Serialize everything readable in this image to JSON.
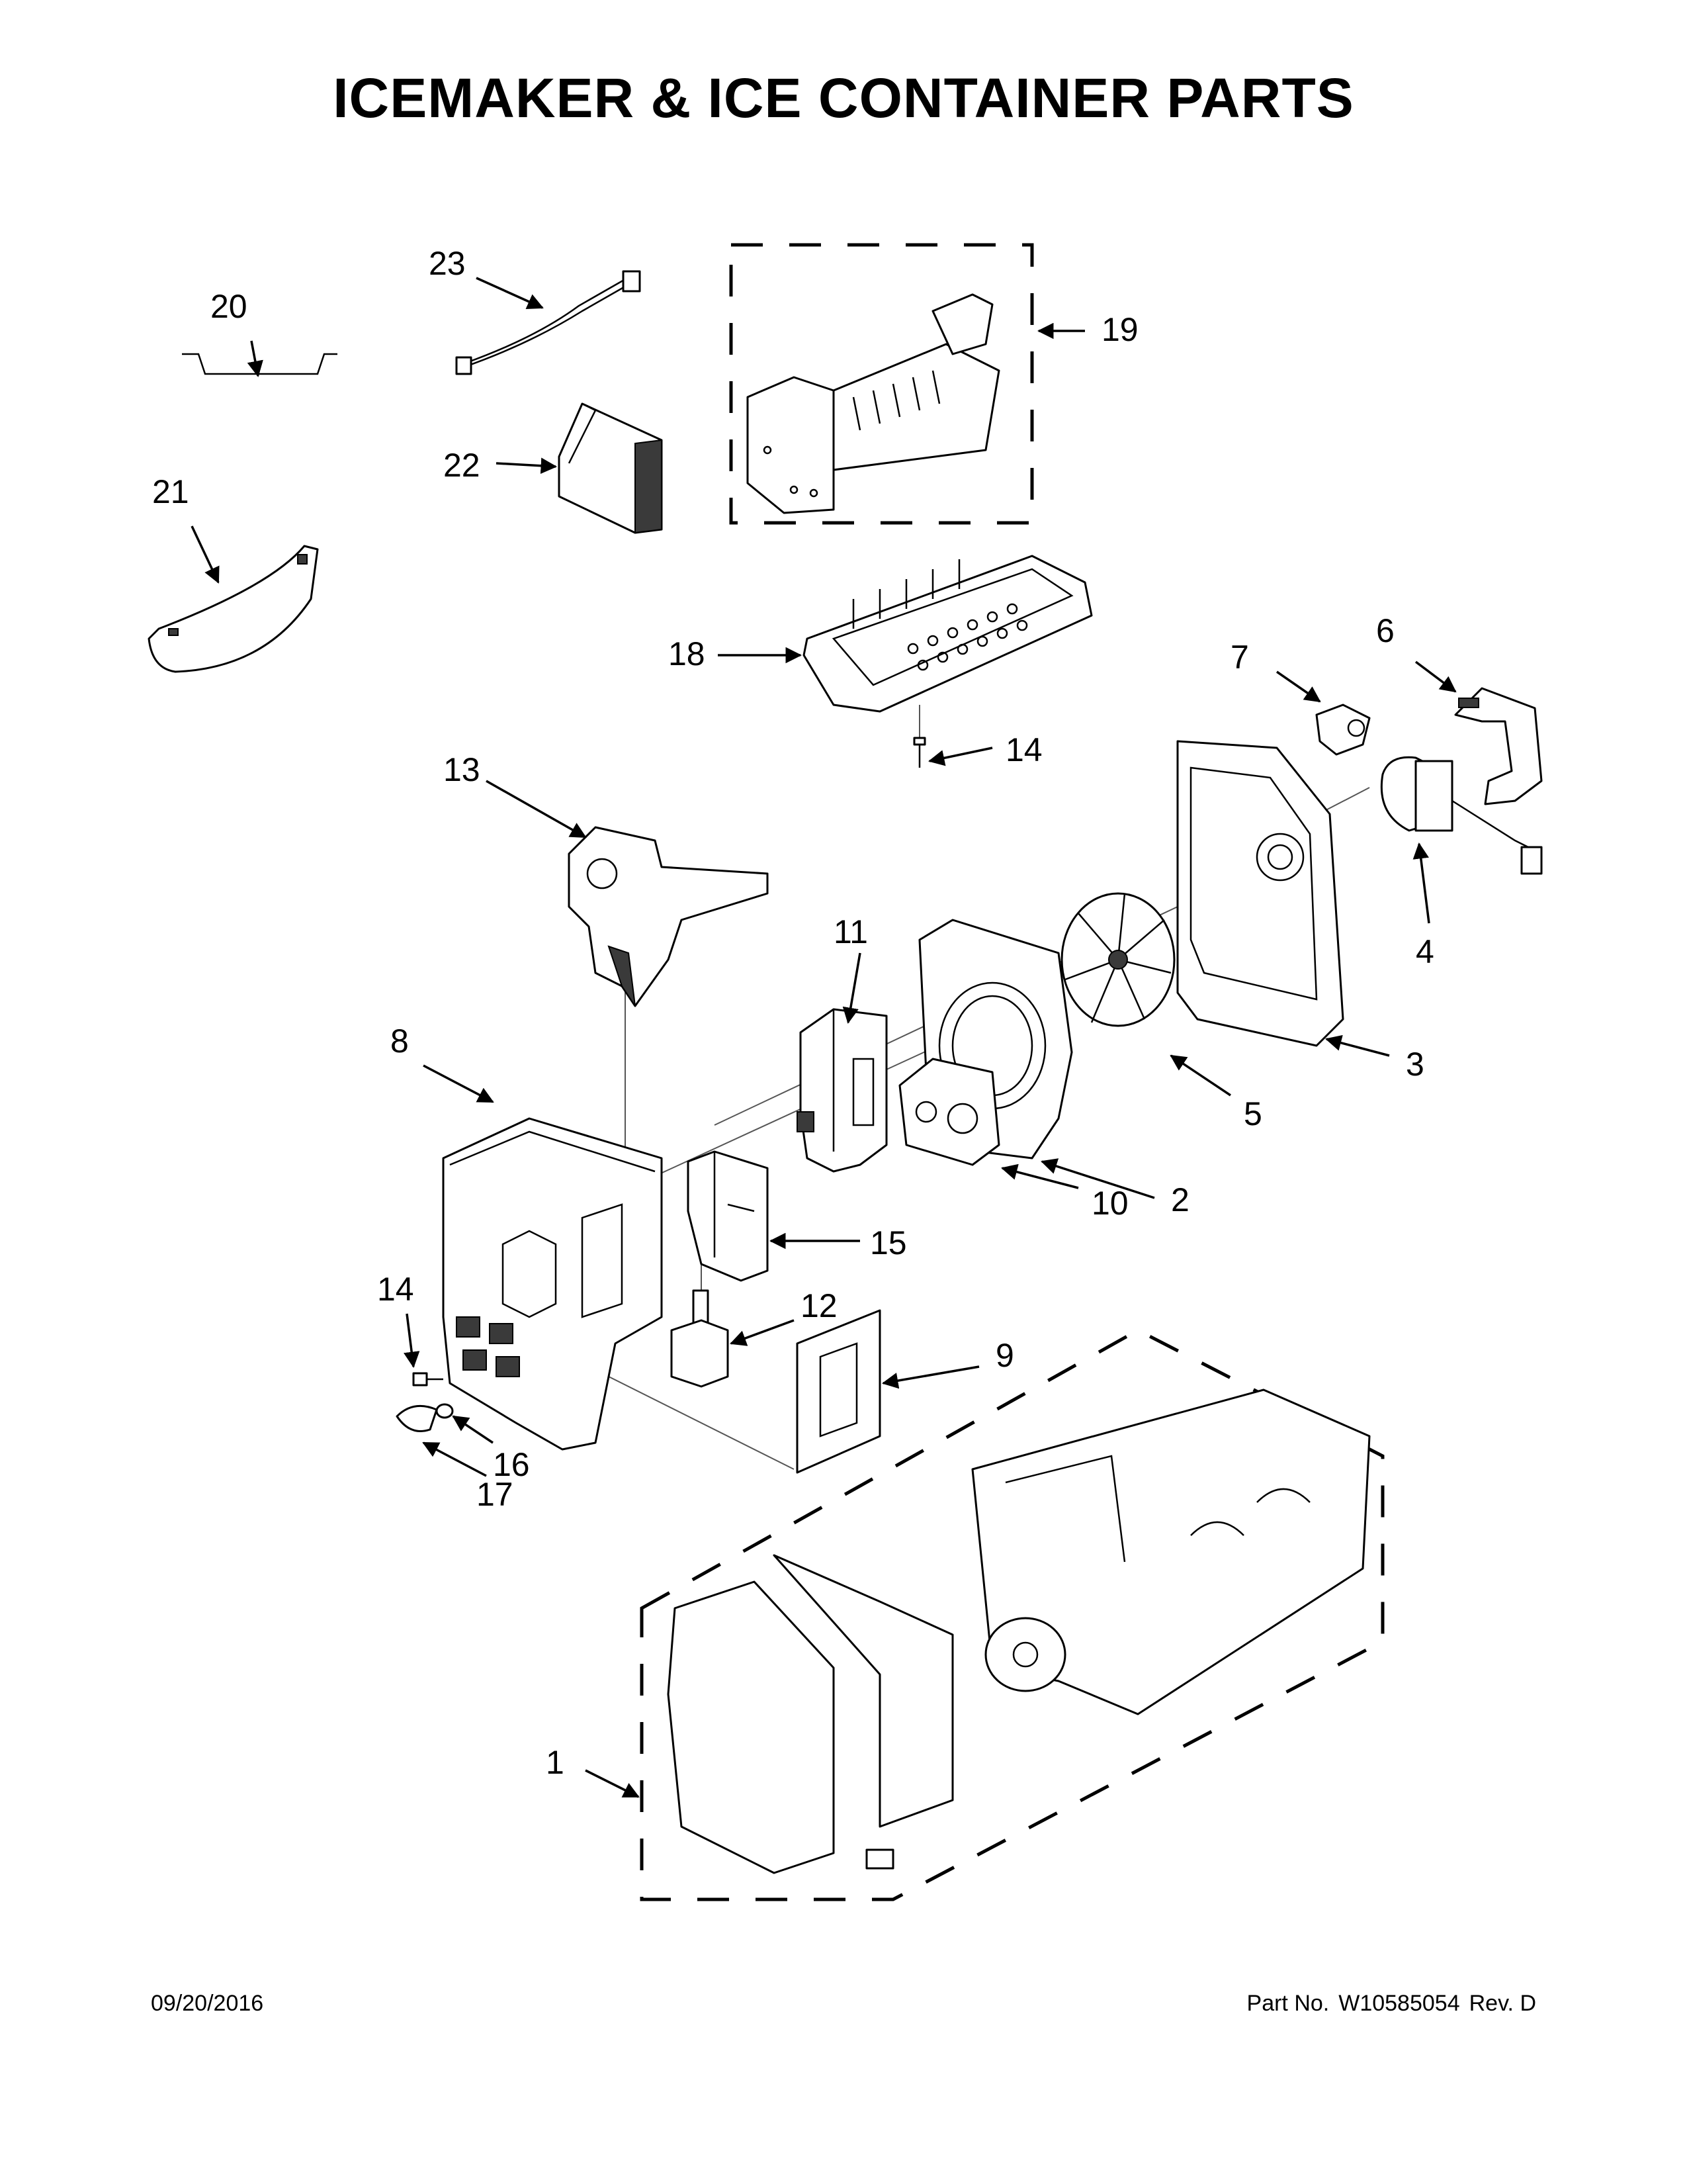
{
  "title": "ICEMAKER & ICE CONTAINER PARTS",
  "footer": {
    "date": "09/20/2016",
    "part_label": "Part No.",
    "part_number": "W10585054",
    "revision": "Rev. D"
  },
  "callouts": {
    "c1": "1",
    "c2": "2",
    "c3": "3",
    "c4": "4",
    "c5": "5",
    "c6": "6",
    "c7": "7",
    "c8": "8",
    "c9": "9",
    "c10": "10",
    "c11": "11",
    "c12": "12",
    "c13": "13",
    "c14a": "14",
    "c14b": "14",
    "c15": "15",
    "c16": "16",
    "c17": "17",
    "c18": "18",
    "c19": "19",
    "c20": "20",
    "c21": "21",
    "c22": "22",
    "c23": "23"
  }
}
